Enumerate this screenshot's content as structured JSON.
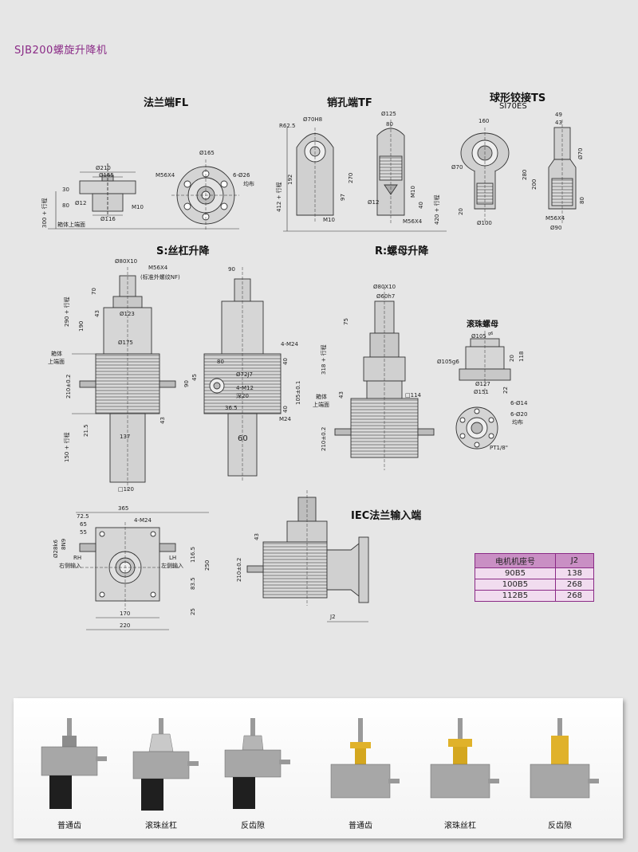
{
  "header": {
    "title": "SJB200螺旋升降机"
  },
  "sections": {
    "fl": {
      "title": "法兰端FL"
    },
    "tf": {
      "title": "销孔端TF"
    },
    "ts": {
      "title": "球形铰接TS",
      "subtitle": "SI70ES"
    },
    "s": {
      "title": "S:丝杠升降"
    },
    "r": {
      "title": "R:螺母升降"
    },
    "iec": {
      "title": "IEC法兰输入端"
    },
    "ballnut": {
      "title": "滚珠螺母"
    }
  },
  "fl_dims": [
    "Ø210",
    "Ø165",
    "Ø12",
    "Ø116",
    "M10",
    "30",
    "80",
    "300 + 行程",
    "箱体上端面",
    "Ø165",
    "M56X4",
    "6-Ø26",
    "均布"
  ],
  "tf_dims": [
    "R62.5",
    "Ø70H8",
    "270",
    "192",
    "412 + 行程",
    "97",
    "Ø12",
    "M10",
    "Ø125",
    "80",
    "M10",
    "40",
    "M56X4",
    "420 + 行程"
  ],
  "ts_dims": [
    "160",
    "Ø70",
    "20",
    "Ø100",
    "49",
    "43",
    "Ø70",
    "280",
    "200",
    "80",
    "M56X4",
    "Ø90"
  ],
  "s_dims": [
    "Ø80X10",
    "M56X4",
    "(标准外螺纹NF)",
    "70",
    "290 + 行程",
    "43",
    "190",
    "Ø123",
    "Ø175",
    "箱体",
    "上端面",
    "210±0.2",
    "21.5",
    "137",
    "43",
    "150 + 行程",
    "□120",
    "90",
    "4-M24",
    "80",
    "Ø72J7",
    "45",
    "90",
    "4-M12",
    "深20",
    "36.5",
    "40",
    "105±0.1",
    "40",
    "M24",
    "60"
  ],
  "r_dims": [
    "Ø80X10",
    "Ø60h7",
    "75",
    "318 + 行程",
    "43",
    "□114",
    "箱体",
    "上端面",
    "210±0.2"
  ],
  "ballnut_dims": [
    "Ø105",
    "g6",
    "Ø105g6",
    "20",
    "118",
    "Ø127",
    "Ø151",
    "22",
    "6-Ø14",
    "6-Ø20",
    "均布",
    "PT1/8\""
  ],
  "plan_dims": [
    "365",
    "72.5",
    "65",
    "55",
    "4-M24",
    "Ø28k6",
    "8N9",
    "RH",
    "右侧输入",
    "LH",
    "左侧输入",
    "116.5",
    "83.5",
    "250",
    "25",
    "170",
    "220"
  ],
  "iec_dims": [
    "43",
    "210±0.2",
    "J2"
  ],
  "motor_table": {
    "headers": [
      "电机机座号",
      "J2"
    ],
    "rows": [
      [
        "90B5",
        "138"
      ],
      [
        "100B5",
        "268"
      ],
      [
        "112B5",
        "268"
      ]
    ]
  },
  "products": [
    {
      "label": "普通齿",
      "nut": "gray",
      "tube": "black"
    },
    {
      "label": "滚珠丝杠",
      "nut": "silver",
      "tube": "black"
    },
    {
      "label": "反齿隙",
      "nut": "gray",
      "tube": "black"
    },
    {
      "label": "普通齿",
      "nut": "gold",
      "tube": "none"
    },
    {
      "label": "滚珠丝杠",
      "nut": "gold",
      "tube": "none"
    },
    {
      "label": "反齿隙",
      "nut": "gold",
      "tube": "none"
    }
  ],
  "colors": {
    "title": "#8a2a86",
    "table_header": "#c98fc4",
    "table_cell": "#f1dcef",
    "gold": "#e0b22a"
  }
}
